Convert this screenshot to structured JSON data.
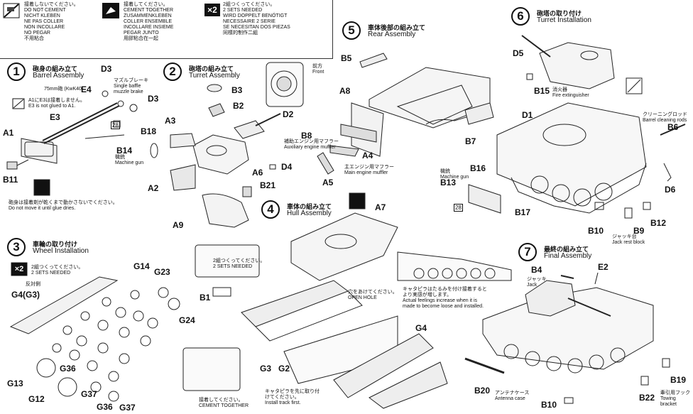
{
  "legend": {
    "do_not_cement": [
      "接着しないでください。",
      "DO NOT CEMENT",
      "NICHT KLEBEN",
      "NE PAS COLLER",
      "NON INCOLLARE",
      "NO PEGAR",
      "不用粘合"
    ],
    "cement_together": [
      "接着してください。",
      "CEMENT TOGETHER",
      "ZUSAMMENKLEBEN",
      "COLLER ENSEMBLE",
      "INCOLLARE INSIEME",
      "PEGAR JUNTO",
      "用膠粘合在一起"
    ],
    "two_sets": [
      "2組つくってください。",
      "2 SETS NEEDED",
      "WIRD DOPPELT BENÖTIGT",
      "NECESSAIRE 2 SERIE",
      "SE NECESITAN DOS PIEZAS",
      "同樣的制作二組"
    ],
    "x2_label": "×2"
  },
  "steps": [
    {
      "num": "1",
      "jp": "砲身の組み立て",
      "en": "Barrel Assembly"
    },
    {
      "num": "2",
      "jp": "砲塔の組み立て",
      "en": "Turret Assembly"
    },
    {
      "num": "3",
      "jp": "車輪の取り付け",
      "en": "Wheel Installation"
    },
    {
      "num": "4",
      "jp": "車体の組み立て",
      "en": "Hull Assembly"
    },
    {
      "num": "5",
      "jp": "車体後部の組み立て",
      "en": "Rear Assembly"
    },
    {
      "num": "6",
      "jp": "砲塔の取り付け",
      "en": "Turret Installation"
    },
    {
      "num": "7",
      "jp": "最終の組み立て",
      "en": "Final Assembly"
    }
  ],
  "notes": {
    "muzzle_brake": [
      "マズルブレーキ",
      "Single baffle",
      "muzzle brake"
    ],
    "gun_75": "75mm砲 (KwK40)",
    "a1e3_note": [
      "A1にE3は接着しません。",
      "E3 is not glued to A1."
    ],
    "barrel_move": [
      "砲身は接着剤が乾くまで動かさないでください。",
      "Do not move it until glue dries."
    ],
    "machine_gun": [
      "機銃",
      "Machine gun"
    ],
    "front": [
      "前方",
      "Front"
    ],
    "aux_muffler": [
      "補助エンジン用マフラー",
      "Auxiliary engine muffler"
    ],
    "main_muffler": [
      "主エンジン用マフラー",
      "Main engine muffler"
    ],
    "fire_ext": [
      "消火器",
      "Fire extinguisher"
    ],
    "cleaning_rods": [
      "クリーニングロッド",
      "Barrel cleaning rods"
    ],
    "jack_block": [
      "ジャッキ台",
      "Jack rest block"
    ],
    "two_sets_small": [
      "2組つくってください。",
      "2 SETS NEEDED"
    ],
    "reversed": "反対側",
    "open_hole": [
      "穴をあけてください。",
      "OPEN HOLE"
    ],
    "track_loose": [
      "キャタピラはたるみを付け接着すると",
      "より実感が増します。",
      "Actual feelings increase when it is",
      "made to become loose and installed."
    ],
    "track_first": [
      "キャタピラを先に取り付",
      "けてください。",
      "Install track first."
    ],
    "cement_together_small": [
      "接着してください。",
      "CEMENT TOGETHER"
    ],
    "jack": [
      "ジャッキ",
      "Jack"
    ],
    "antenna_case": [
      "アンテナケース",
      "Antenna case"
    ],
    "towing_bracket": [
      "牽引用フック",
      "Towing bracket"
    ],
    "num_28a": "28",
    "num_28b": "28"
  },
  "parts": {
    "d3a": "D3",
    "e4": "E4",
    "d3b": "D3",
    "a1": "A1",
    "e3": "E3",
    "b14": "B14",
    "b11": "B11",
    "b3": "B3",
    "b2": "B2",
    "a3": "A3",
    "b18": "B18",
    "d2": "D2",
    "d4": "D4",
    "a6": "A6",
    "a2": "A2",
    "b21": "B21",
    "a9": "A9",
    "b5": "B5",
    "a8": "A8",
    "b8": "B8",
    "a4": "A4",
    "a5": "A5",
    "b7": "B7",
    "d5": "D5",
    "b15": "B15",
    "d1": "D1",
    "b6": "B6",
    "d6": "D6",
    "b16": "B16",
    "b13": "B13",
    "b17": "B17",
    "b10": "B10",
    "b9": "B9",
    "b12": "B12",
    "a7": "A7",
    "b1": "B1",
    "g3": "G3",
    "g2": "G2",
    "g4a": "G4",
    "g14": "G14",
    "g23": "G23",
    "g4g3": "G4(G3)",
    "g24": "G24",
    "g36a": "G36",
    "g13": "G13",
    "g37a": "G37",
    "g12": "G12",
    "g36b": "G36",
    "g37b": "G37",
    "b4": "B4",
    "e2": "E2",
    "b20": "B20",
    "b19": "B19",
    "b22": "B22",
    "b10b": "B10"
  }
}
